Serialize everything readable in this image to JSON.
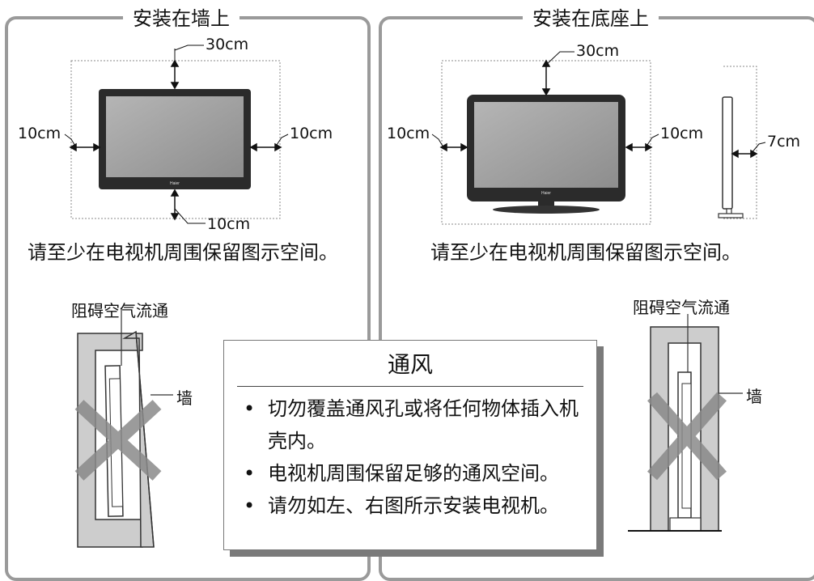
{
  "left_panel": {
    "title": "安装在墙上",
    "dims": {
      "top": "30cm",
      "left": "10cm",
      "right": "10cm",
      "bottom": "10cm"
    },
    "caption": "请至少在电视机周围保留图示空间。",
    "blocked_label": "阻碍空气流通",
    "wall_label": "墙"
  },
  "right_panel": {
    "title": "安装在底座上",
    "dims": {
      "top": "30cm",
      "left": "10cm",
      "right": "10cm",
      "side": "7cm"
    },
    "caption": "请至少在电视机周围保留图示空间。",
    "blocked_label": "阻碍空气流通",
    "wall_label": "墙"
  },
  "ventilation": {
    "title": "通风",
    "items": [
      "切勿覆盖通风孔或将任何物体插入机壳内。",
      "电视机周围保留足够的通风空间。",
      "请勿如左、右图所示安装电视机。"
    ]
  },
  "tv_brand": "Haier",
  "colors": {
    "frame": "#9a9a9a",
    "tv_body": "#2b2b2b",
    "screen": "#9c9c9c",
    "cross": "#8a8a8a",
    "wall": "#c8c8c8"
  }
}
